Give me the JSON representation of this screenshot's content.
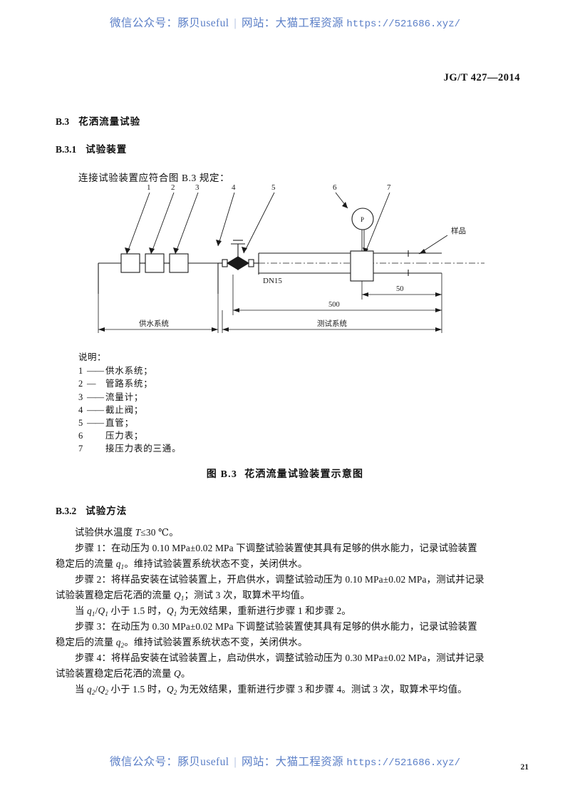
{
  "watermark": {
    "prefix": "微信公众号：豚贝useful",
    "separator": "|",
    "site": "网站：大猫工程资源",
    "url": "https://521686.xyz/"
  },
  "page": {
    "standard_number": "JG/T 427—2014",
    "page_number": "21"
  },
  "headings": {
    "b3_num": "B.3",
    "b3_text": "花洒流量试验",
    "b31_num": "B.3.1",
    "b31_text": "试验装置",
    "b32_num": "B.3.2",
    "b32_text": "试验方法"
  },
  "intro_line": "连接试验装置应符合图 B.3 规定：",
  "figure": {
    "caption_num": "图 B.3",
    "caption_text": "花洒流量试验装置示意图",
    "callouts": [
      "1",
      "2",
      "3",
      "4",
      "5",
      "6",
      "7"
    ],
    "gauge_label": "P",
    "pipe_label": "DN15",
    "sample_label": "样品",
    "dimension_500": "500",
    "dimension_50": "50",
    "system_left": "供水系统",
    "system_right": "测试系统"
  },
  "key": {
    "title": "说明：",
    "items": [
      {
        "num": "1",
        "dash": "——",
        "text": "供水系统；"
      },
      {
        "num": "2",
        "dash": "—",
        "text": "管路系统；"
      },
      {
        "num": "3",
        "dash": "——",
        "text": "流量计；"
      },
      {
        "num": "4",
        "dash": "——",
        "text": "截止阀；"
      },
      {
        "num": "5",
        "dash": "——",
        "text": "直管；"
      },
      {
        "num": "6",
        "dash": "",
        "text": "压力表；"
      },
      {
        "num": "7",
        "dash": "",
        "text": "接压力表的三通。"
      }
    ]
  },
  "body": {
    "temperature_line": "试验供水温度 T≤30 ℃。",
    "step1_line1": "步骤 1：在动压为 0.10 MPa±0.02 MPa 下调整试验装置使其具有足够的供水能力，记录试验装置",
    "step1_line2": "稳定后的流量 q₁。维持试验装置系统状态不变，关闭供水。",
    "step2_line1": "步骤 2：将样品安装在试验装置上，开启供水，调整试验动压为 0.10 MPa±0.02 MPa，测试并记录",
    "step2_line2": "试验装置稳定后花洒的流量 Q₁；测试 3 次，取算术平均值。",
    "check1_line": "当 q₁/Q₁ 小于 1.5 时，Q₁ 为无效结果，重新进行步骤 1 和步骤 2。",
    "step3_line1": "步骤 3：在动压为 0.30 MPa±0.02 MPa 下调整试验装置使其具有足够的供水能力，记录试验装置",
    "step3_line2": "稳定后的流量 q₂。维持试验装置系统状态不变，关闭供水。",
    "step4_line1": "步骤 4：将样品安装在试验装置上，启动供水，调整试验动压为 0.30 MPa±0.02 MPa，测试并记录",
    "step4_line2": "试验装置稳定后花洒的流量 Q。",
    "check2_line": "当 q₂/Q₂ 小于 1.5 时，Q₂ 为无效结果，重新进行步骤 3 和步骤 4。测试 3 次，取算术平均值。"
  },
  "colors": {
    "watermark": "#5b7fc7",
    "text": "#111111",
    "line": "#1a1a1a"
  }
}
